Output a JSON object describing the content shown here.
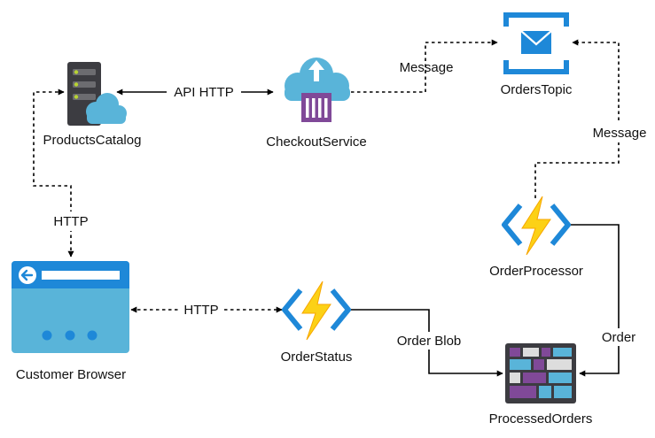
{
  "nodes": {
    "products_catalog": "ProductsCatalog",
    "checkout_service": "CheckoutService",
    "orders_topic": "OrdersTopic",
    "order_processor": "OrderProcessor",
    "customer_browser": "Customer Browser",
    "order_status": "OrderStatus",
    "processed_orders": "ProcessedOrders"
  },
  "edges": {
    "catalog_checkout": "API HTTP",
    "checkout_topic": "Message",
    "topic_processor": "Message",
    "browser_catalog": "HTTP",
    "browser_status": "HTTP",
    "status_orders": "Order Blob",
    "processor_orders": "Order"
  },
  "colors": {
    "azure_blue": "#1E88D8",
    "cloud_blue": "#59B4D9",
    "function_yellow": "#FCD116",
    "function_orange": "#F7A600",
    "storage_purple": "#804998",
    "server_dark": "#3C3C41",
    "led_green": "#B8D432"
  },
  "icons": {
    "products_catalog": "server-cloud-icon",
    "checkout_service": "cloud-service-icon",
    "orders_topic": "service-bus-topic-icon",
    "order_processor": "function-bolt-icon",
    "customer_browser": "browser-window-icon",
    "order_status": "function-bolt-icon",
    "processed_orders": "blob-storage-icon"
  }
}
